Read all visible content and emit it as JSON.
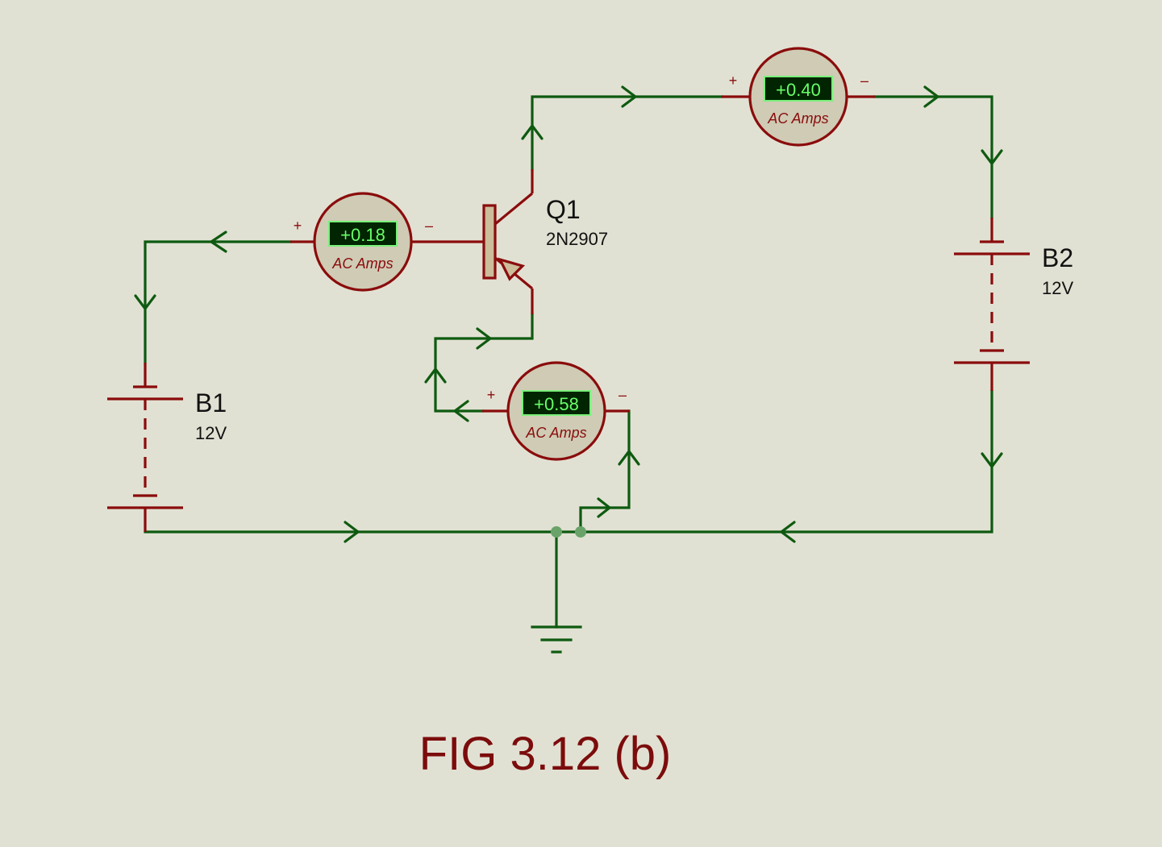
{
  "caption": "FIG 3.12 (b)",
  "transistor": {
    "ref": "Q1",
    "part": "2N2907"
  },
  "batteries": [
    {
      "ref": "B1",
      "value": "12V"
    },
    {
      "ref": "B2",
      "value": "12V"
    }
  ],
  "meters": {
    "base": {
      "reading": "+0.18",
      "label": "AC Amps",
      "plus": "+",
      "minus": "–"
    },
    "collector": {
      "reading": "+0.40",
      "label": "AC Amps",
      "plus": "+",
      "minus": "–"
    },
    "emitter": {
      "reading": "+0.58",
      "label": "AC Amps",
      "plus": "+",
      "minus": "–"
    }
  },
  "colors": {
    "background": "#e1e1d3",
    "wire": "#0e5a10",
    "component": "#8a0c0c",
    "display": "#002500",
    "display_text": "#69ff69"
  }
}
